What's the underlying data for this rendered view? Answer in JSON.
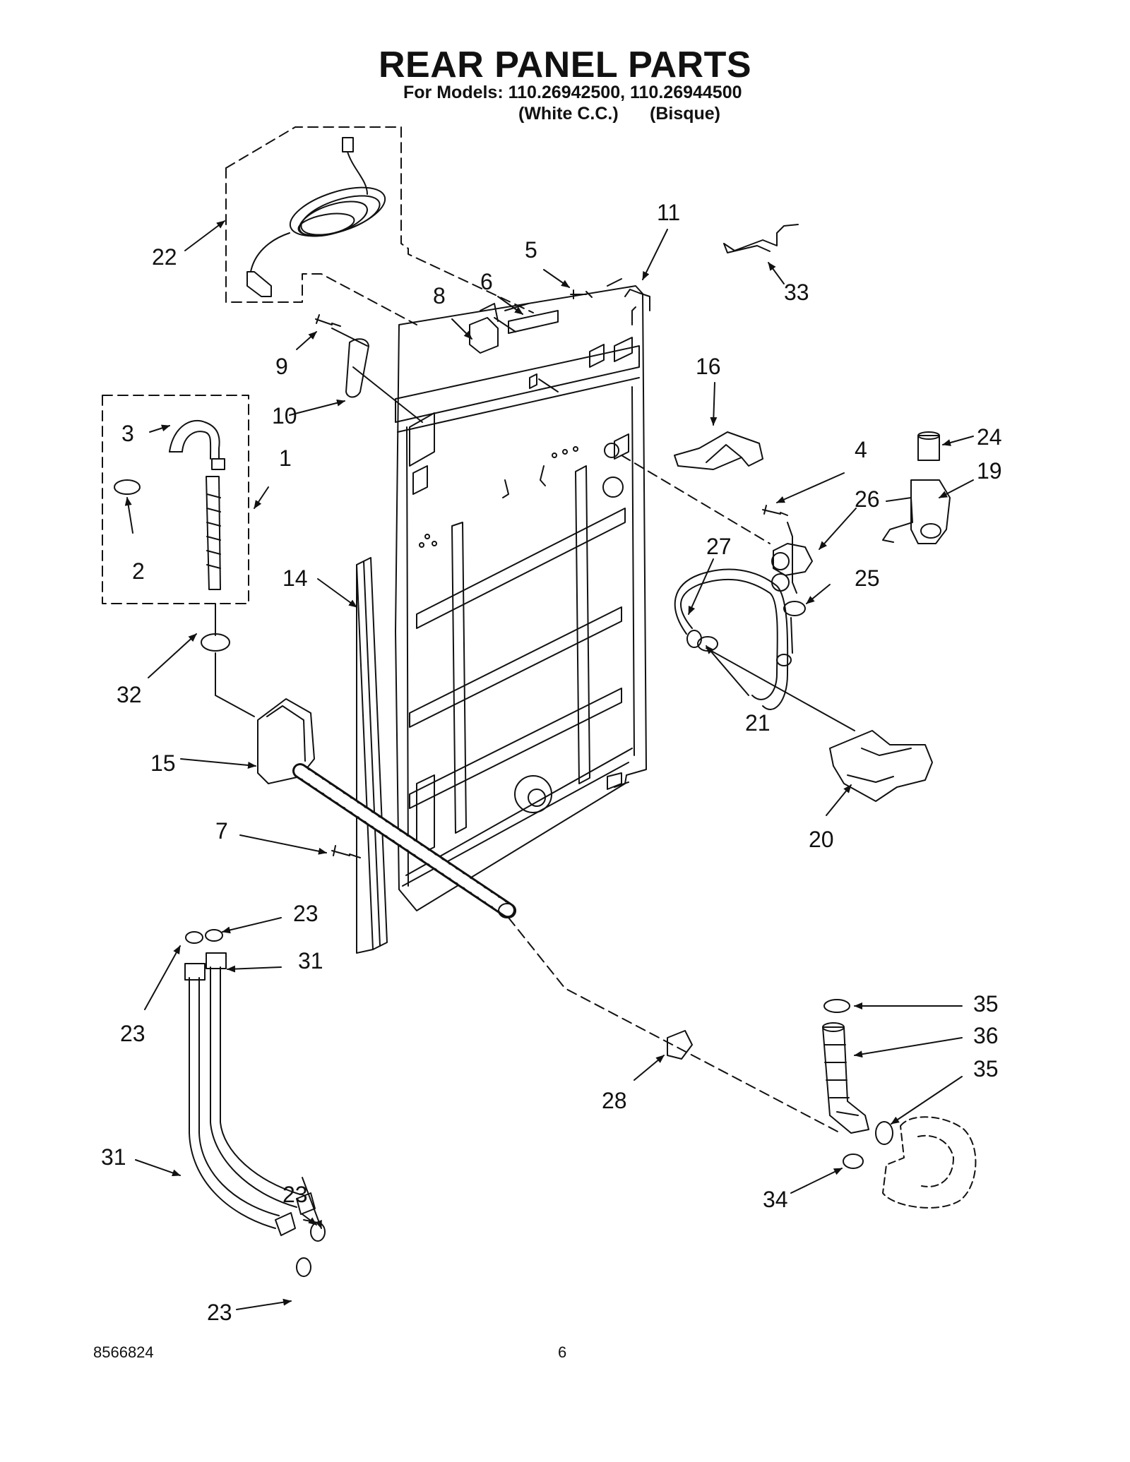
{
  "header": {
    "title": "REAR PANEL PARTS",
    "models_line": "For Models: 110.26942500, 110.26944500",
    "variant_1": "(White C.C.)",
    "variant_2": "(Bisque)"
  },
  "footer": {
    "doc_number": "8566824",
    "page_number": "6"
  },
  "callouts": {
    "c22": "22",
    "c11": "11",
    "c5": "5",
    "c6": "6",
    "c8": "8",
    "c33": "33",
    "c9": "9",
    "c10": "10",
    "c3": "3",
    "c1": "1",
    "c2": "2",
    "c16": "16",
    "c4": "4",
    "c24": "24",
    "c19": "19",
    "c26": "26",
    "c27": "27",
    "c14": "14",
    "c25": "25",
    "c32": "32",
    "c21": "21",
    "c15": "15",
    "c20": "20",
    "c7": "7",
    "c23a": "23",
    "c31a": "31",
    "c23b": "23",
    "c35a": "35",
    "c36": "36",
    "c35b": "35",
    "c28": "28",
    "c31b": "31",
    "c23c": "23",
    "c34": "34",
    "c23d": "23"
  }
}
